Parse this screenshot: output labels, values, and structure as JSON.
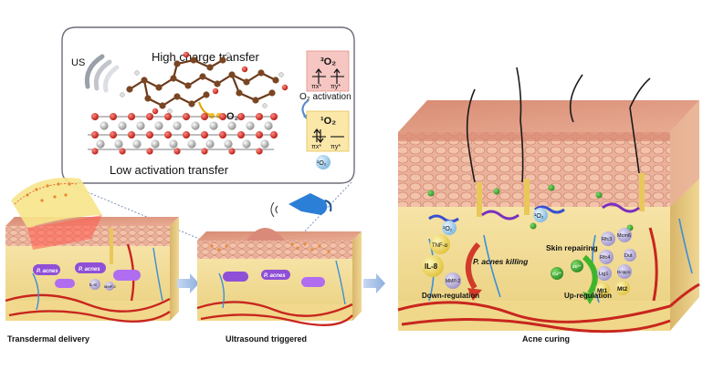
{
  "callout": {
    "us_label": "US",
    "high_transfer": "High charge transfer",
    "low_transfer": "Low activation transfer",
    "o2_label": "O₂",
    "o2_activation": "O₂ activation",
    "triplet_label": "³O₂",
    "singlet_label": "¹O₂",
    "singlet_bubble": "¹O₂",
    "pi_x": "πx*",
    "pi_y": "πy*"
  },
  "panel1": {
    "caption": "Transdermal delivery",
    "bacteria_label": "P. acnes",
    "marker_1": "IL-8",
    "marker_2": "MMP-2"
  },
  "panel2": {
    "caption": "Ultrasound triggered",
    "bacteria_label": "P. acnes"
  },
  "panel3": {
    "caption": "Acne curing",
    "killing_label": "P. acnes killing",
    "down_label": "Down-regulation",
    "up_label": "Up-regulation",
    "repair_label": "Skin repairing",
    "ros_label": "¹O₂",
    "markers_down": [
      "TNF-α",
      "IL-8",
      "MMP-2"
    ],
    "markers_up": [
      "Rfc3",
      "Rfc4",
      "Lig1",
      "Mcm6",
      "Dut",
      "Dctpp1",
      "Mt1",
      "Mt2",
      "Zn²⁺",
      "Cu²⁺"
    ]
  },
  "colors": {
    "dermis_yellow": "#f1d98a",
    "epidermis_pink": "#e8b5a2",
    "stratum_red": "#d9806a",
    "vessel_red": "#c8261e",
    "nerve_blue": "#3a8fd8",
    "triplet_box": "#f6c6c2",
    "singlet_box": "#fbe7a8",
    "arrow_blue": "#a9c3e8"
  }
}
